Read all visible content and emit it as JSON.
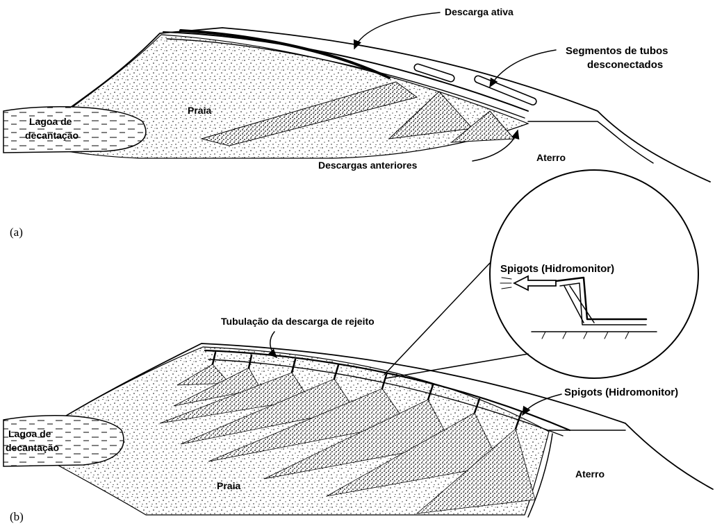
{
  "panel_a": {
    "tag": "(a)",
    "labels": {
      "active_discharge": "Descarga ativa",
      "disconnected_pipes_line1": "Segmentos de tubos",
      "disconnected_pipes_line2": "desconectados",
      "beach": "Praia",
      "pond_line1": "Lagoa de",
      "pond_line2": "decantação",
      "previous_discharges": "Descargas anteriores",
      "embankment": "Aterro"
    }
  },
  "panel_b": {
    "tag": "(b)",
    "labels": {
      "discharge_pipe": "Tubulação da descarga de rejeito",
      "spigots_detail": "Spigots (Hidromonitor)",
      "spigots": "Spigots (Hidromonitor)",
      "pond_line1": "Lagoa de",
      "pond_line2": "decantação",
      "beach": "Praia",
      "embankment": "Aterro"
    }
  }
}
